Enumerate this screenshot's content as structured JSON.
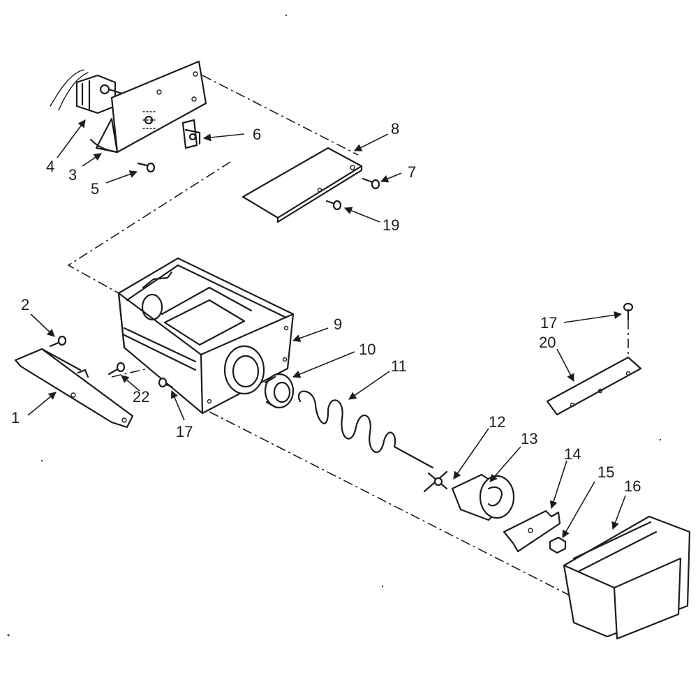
{
  "callouts": [
    {
      "id": "1",
      "text": "1"
    },
    {
      "id": "2",
      "text": "2"
    },
    {
      "id": "3",
      "text": "3"
    },
    {
      "id": "4",
      "text": "4"
    },
    {
      "id": "5",
      "text": "5"
    },
    {
      "id": "6",
      "text": "6"
    },
    {
      "id": "7",
      "text": "7"
    },
    {
      "id": "8",
      "text": "8"
    },
    {
      "id": "9",
      "text": "9"
    },
    {
      "id": "10",
      "text": "10"
    },
    {
      "id": "11",
      "text": "11"
    },
    {
      "id": "12",
      "text": "12"
    },
    {
      "id": "13",
      "text": "13"
    },
    {
      "id": "14",
      "text": "14"
    },
    {
      "id": "15",
      "text": "15"
    },
    {
      "id": "16",
      "text": "16"
    },
    {
      "id": "17a",
      "text": "17"
    },
    {
      "id": "17b",
      "text": "17"
    },
    {
      "id": "19",
      "text": "19"
    },
    {
      "id": "20",
      "text": "20"
    },
    {
      "id": "22",
      "text": "22"
    }
  ]
}
